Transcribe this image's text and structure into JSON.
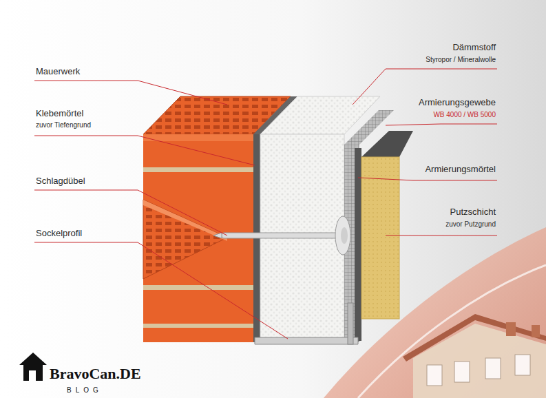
{
  "diagram": {
    "labels": [
      "Mauerwerk",
      "Klebemörtel",
      "zuvor Tiefengrund",
      "Schlagdübel",
      "Sockelprofil",
      "Dämmstoff",
      "Styropor / Mineralwolle",
      "Armierungsgewebe",
      "WB 4000 / WB 5000",
      "Armierungsmörtel",
      "Putzschicht",
      "zuvor Putzgrund",
      "BravoCan.DE",
      "BLOG"
    ]
  }
}
